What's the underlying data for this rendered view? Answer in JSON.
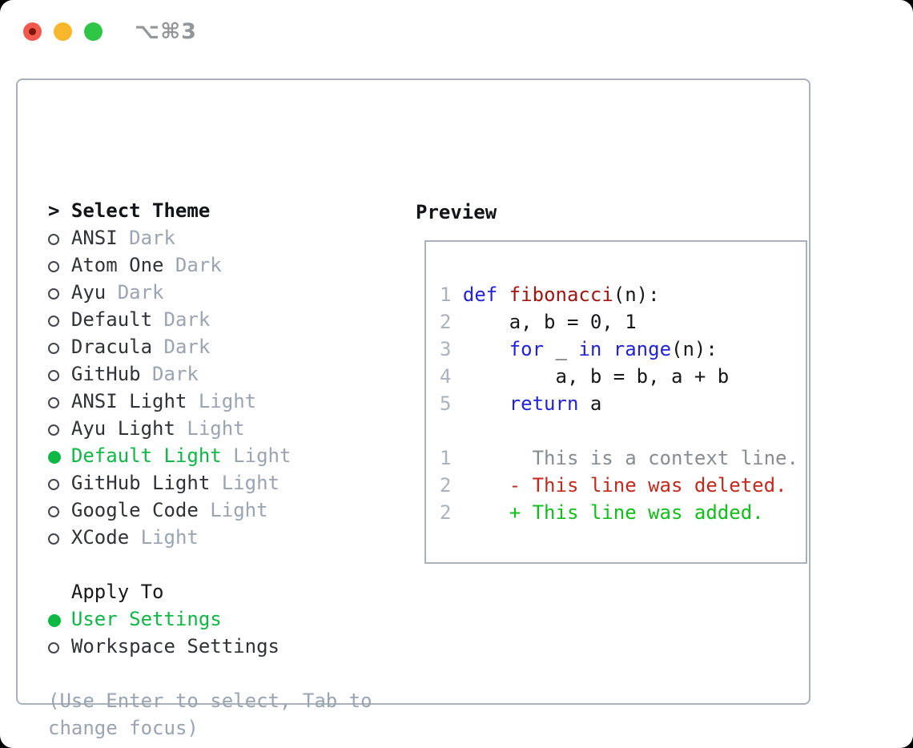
{
  "titlebar": {
    "shortcut": "⌥⌘3",
    "traffic_lights": [
      "close",
      "minimize",
      "zoom"
    ]
  },
  "theme_list": {
    "header_prefix": ">",
    "header": "Select Theme",
    "items": [
      {
        "name": "ANSI",
        "variant": "Dark",
        "selected": false
      },
      {
        "name": "Atom One",
        "variant": "Dark",
        "selected": false
      },
      {
        "name": "Ayu",
        "variant": "Dark",
        "selected": false
      },
      {
        "name": "Default",
        "variant": "Dark",
        "selected": false
      },
      {
        "name": "Dracula",
        "variant": "Dark",
        "selected": false
      },
      {
        "name": "GitHub",
        "variant": "Dark",
        "selected": false
      },
      {
        "name": "ANSI Light",
        "variant": "Light",
        "selected": false
      },
      {
        "name": "Ayu Light",
        "variant": "Light",
        "selected": false
      },
      {
        "name": "Default Light",
        "variant": "Light",
        "selected": true
      },
      {
        "name": "GitHub Light",
        "variant": "Light",
        "selected": false
      },
      {
        "name": "Google Code",
        "variant": "Light",
        "selected": false
      },
      {
        "name": "XCode",
        "variant": "Light",
        "selected": false
      }
    ]
  },
  "apply_to": {
    "header": "Apply To",
    "items": [
      {
        "name": "User Settings",
        "selected": true
      },
      {
        "name": "Workspace Settings",
        "selected": false
      }
    ]
  },
  "hint": {
    "text": "(Use Enter to select, Tab to change focus)"
  },
  "preview": {
    "header": "Preview",
    "code_lines": [
      {
        "num": "1",
        "tokens": [
          [
            "kw",
            "def"
          ],
          [
            "d",
            " "
          ],
          [
            "fn",
            "fibonacci"
          ],
          [
            "d",
            "(n):"
          ]
        ]
      },
      {
        "num": "2",
        "tokens": [
          [
            "d",
            "    a, b = 0, 1"
          ]
        ]
      },
      {
        "num": "3",
        "tokens": [
          [
            "d",
            "    "
          ],
          [
            "kw",
            "for"
          ],
          [
            "d",
            " _ "
          ],
          [
            "kw",
            "in"
          ],
          [
            "d",
            " "
          ],
          [
            "kw",
            "range"
          ],
          [
            "d",
            "(n):"
          ]
        ]
      },
      {
        "num": "4",
        "tokens": [
          [
            "d",
            "        a, b = b, a + b"
          ]
        ]
      },
      {
        "num": "5",
        "tokens": [
          [
            "d",
            "    "
          ],
          [
            "kw",
            "return"
          ],
          [
            "d",
            " a"
          ]
        ]
      },
      {
        "num": "",
        "tokens": []
      },
      {
        "num": "1",
        "tokens": [
          [
            "ctx",
            "      This is a context line."
          ]
        ]
      },
      {
        "num": "2",
        "tokens": [
          [
            "del",
            "    - This line was deleted."
          ]
        ]
      },
      {
        "num": "2",
        "tokens": [
          [
            "add",
            "    + This line was added."
          ]
        ]
      }
    ]
  },
  "colors": {
    "accent_green": "#0db845",
    "added_green": "#0ec018",
    "deleted_red": "#c5291c",
    "keyword_blue": "#2222dd",
    "function_red": "#a21511",
    "muted_gray": "#9aa4b2",
    "context_gray": "#858c94",
    "line_number_gray": "#a9b2be",
    "border_gray": "#a9b1bb",
    "text_dark": "#2f3338",
    "traffic_red": "#f2594e",
    "traffic_yellow": "#f8b62a",
    "traffic_green": "#2fc646"
  }
}
